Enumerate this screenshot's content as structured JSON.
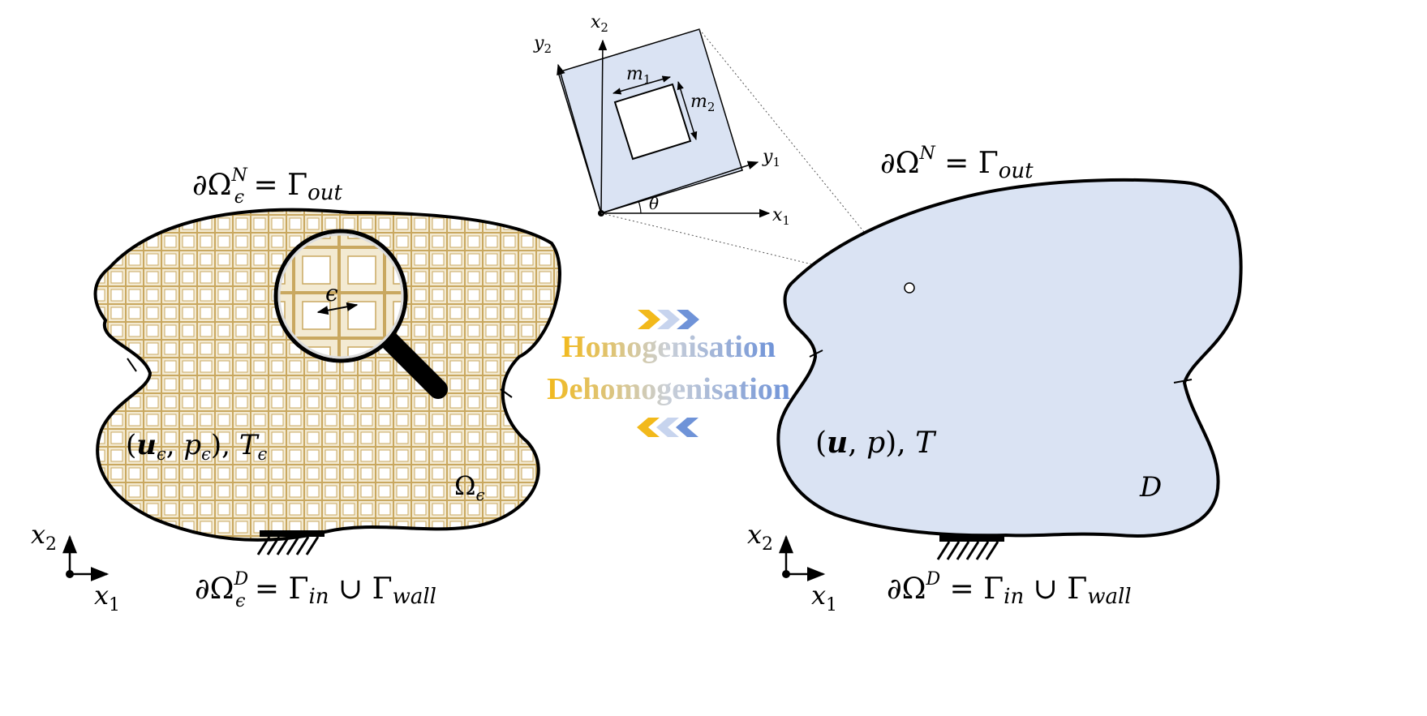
{
  "left_domain": {
    "top_boundary": {
      "lhs": "∂Ω",
      "sup": "N",
      "sub": "ϵ",
      "rhs_base": " = Γ",
      "rhs_sub": "out"
    },
    "bottom_boundary": {
      "lhs": "∂Ω",
      "sup": "D",
      "sub": "ϵ",
      "rhs_base": " = Γ",
      "rhs_sub1": "in",
      "union": " ∪ Γ",
      "rhs_sub2": "wall"
    },
    "fields": {
      "open": "(",
      "u": "u",
      "sub_u": "ϵ",
      "comma": ", ",
      "p": "p",
      "sub_p": "ϵ",
      "close": "), ",
      "T": "T",
      "sub_T": "ϵ"
    },
    "region": {
      "base": "Ω",
      "sub": "ϵ"
    },
    "magnifier_label": "ϵ",
    "axes": {
      "x1": "x",
      "x1_sub": "1",
      "x2": "x",
      "x2_sub": "2"
    }
  },
  "right_domain": {
    "top_boundary": {
      "lhs": "∂Ω",
      "sup": "N",
      "rhs_base": " = Γ",
      "rhs_sub": "out"
    },
    "bottom_boundary": {
      "lhs": "∂Ω",
      "sup": "D",
      "rhs_base": " = Γ",
      "rhs_sub1": "in",
      "union": " ∪ Γ",
      "rhs_sub2": "wall"
    },
    "fields": {
      "open": "(",
      "u": "u",
      "comma": ", ",
      "p": "p",
      "close": "), ",
      "T": "T"
    },
    "region": "D",
    "axes": {
      "x1": "x",
      "x1_sub": "1",
      "x2": "x",
      "x2_sub": "2"
    }
  },
  "unit_cell": {
    "x1": "x",
    "x1_sub": "1",
    "x2": "x",
    "x2_sub": "2",
    "y1": "y",
    "y1_sub": "1",
    "y2": "y",
    "y2_sub": "2",
    "m1": "m",
    "m1_sub": "1",
    "m2": "m",
    "m2_sub": "2",
    "theta": "θ"
  },
  "processes": {
    "homogenisation": "Homogenisation",
    "dehomogenisation": "Dehomogenisation"
  },
  "colors": {
    "left_fill": "#f3ead2",
    "lattice_line": "#c9a860",
    "right_fill": "#dae3f3",
    "cell_fill": "#dae3f3",
    "gold": "#f2b91b",
    "light_blue": "#a7bde6",
    "blue": "#6f93d8"
  }
}
